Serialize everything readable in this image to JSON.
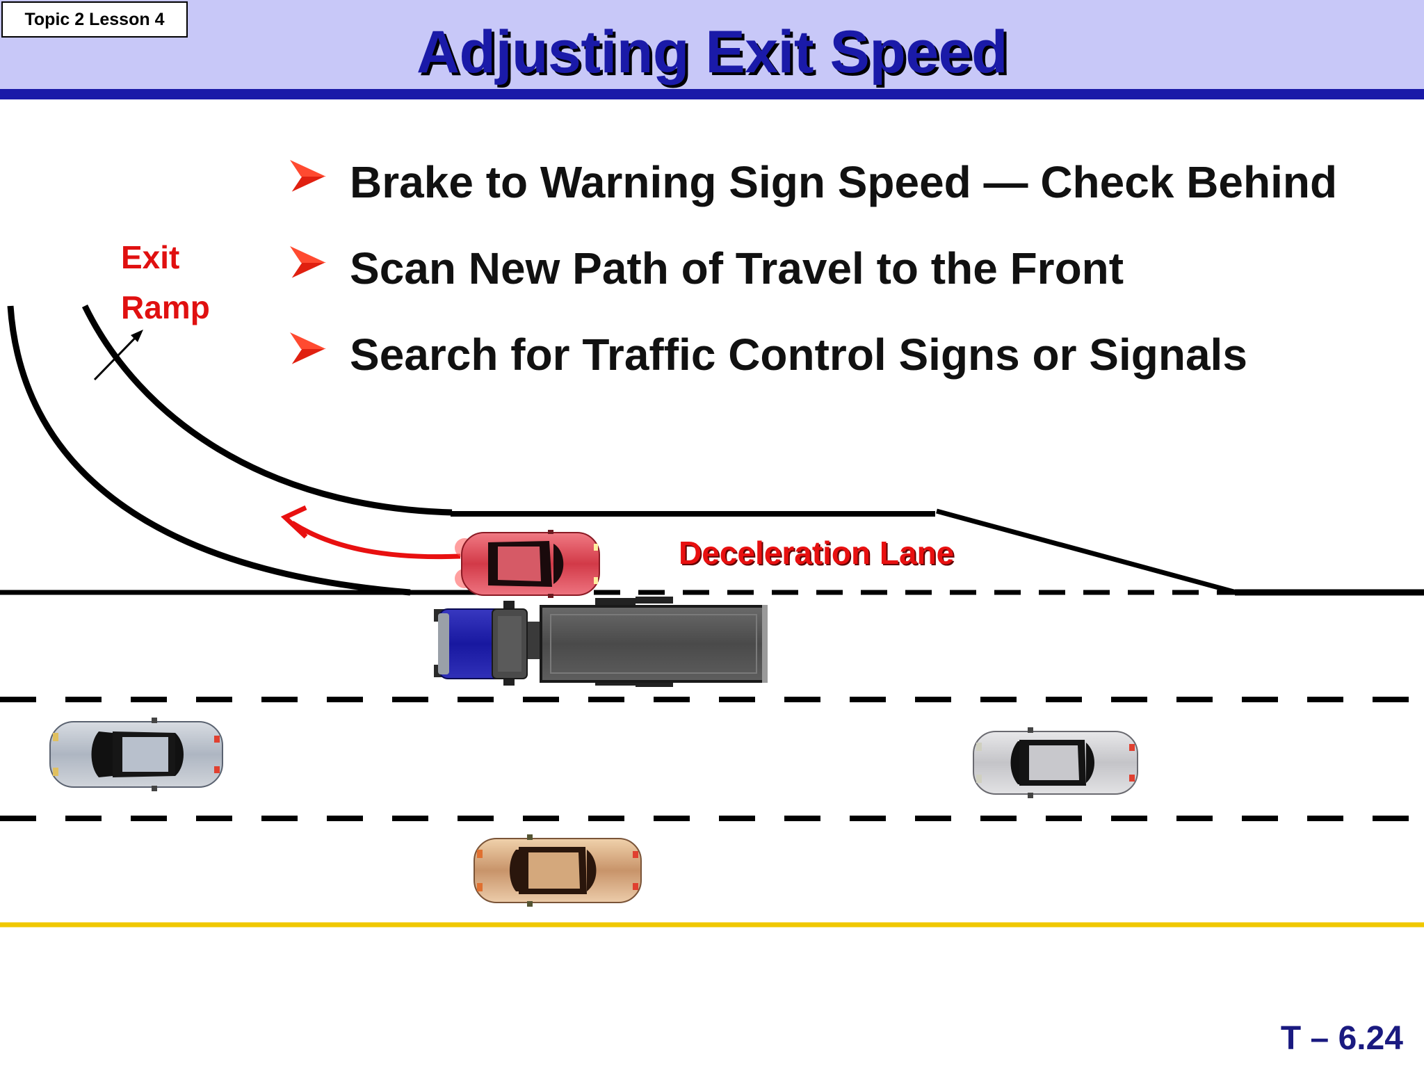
{
  "topic_label": "Topic 2 Lesson 4",
  "title": "Adjusting Exit Speed",
  "bullets": [
    "Brake to Warning Sign Speed — Check Behind",
    "Scan New Path of Travel to the Front",
    "Search for Traffic Control Signs or Signals"
  ],
  "labels": {
    "exit": "Exit",
    "ramp": "Ramp",
    "deceleration_lane": "Deceleration Lane"
  },
  "slide_number": "T – 6.24",
  "colors": {
    "header_band": "#c8c8f8",
    "header_rule": "#1a1aa8",
    "title": "#1a1aa8",
    "bullet_arrow": "#e02010",
    "label_red": "#e01010",
    "edge_line": "#f0c800"
  },
  "icons": [
    "bullet-arrow-icon",
    "exit-direction-arrow-icon",
    "path-arrow-icon"
  ],
  "vehicles": [
    "red-car",
    "semi-truck",
    "silver-car-left",
    "silver-car-right",
    "tan-car"
  ]
}
